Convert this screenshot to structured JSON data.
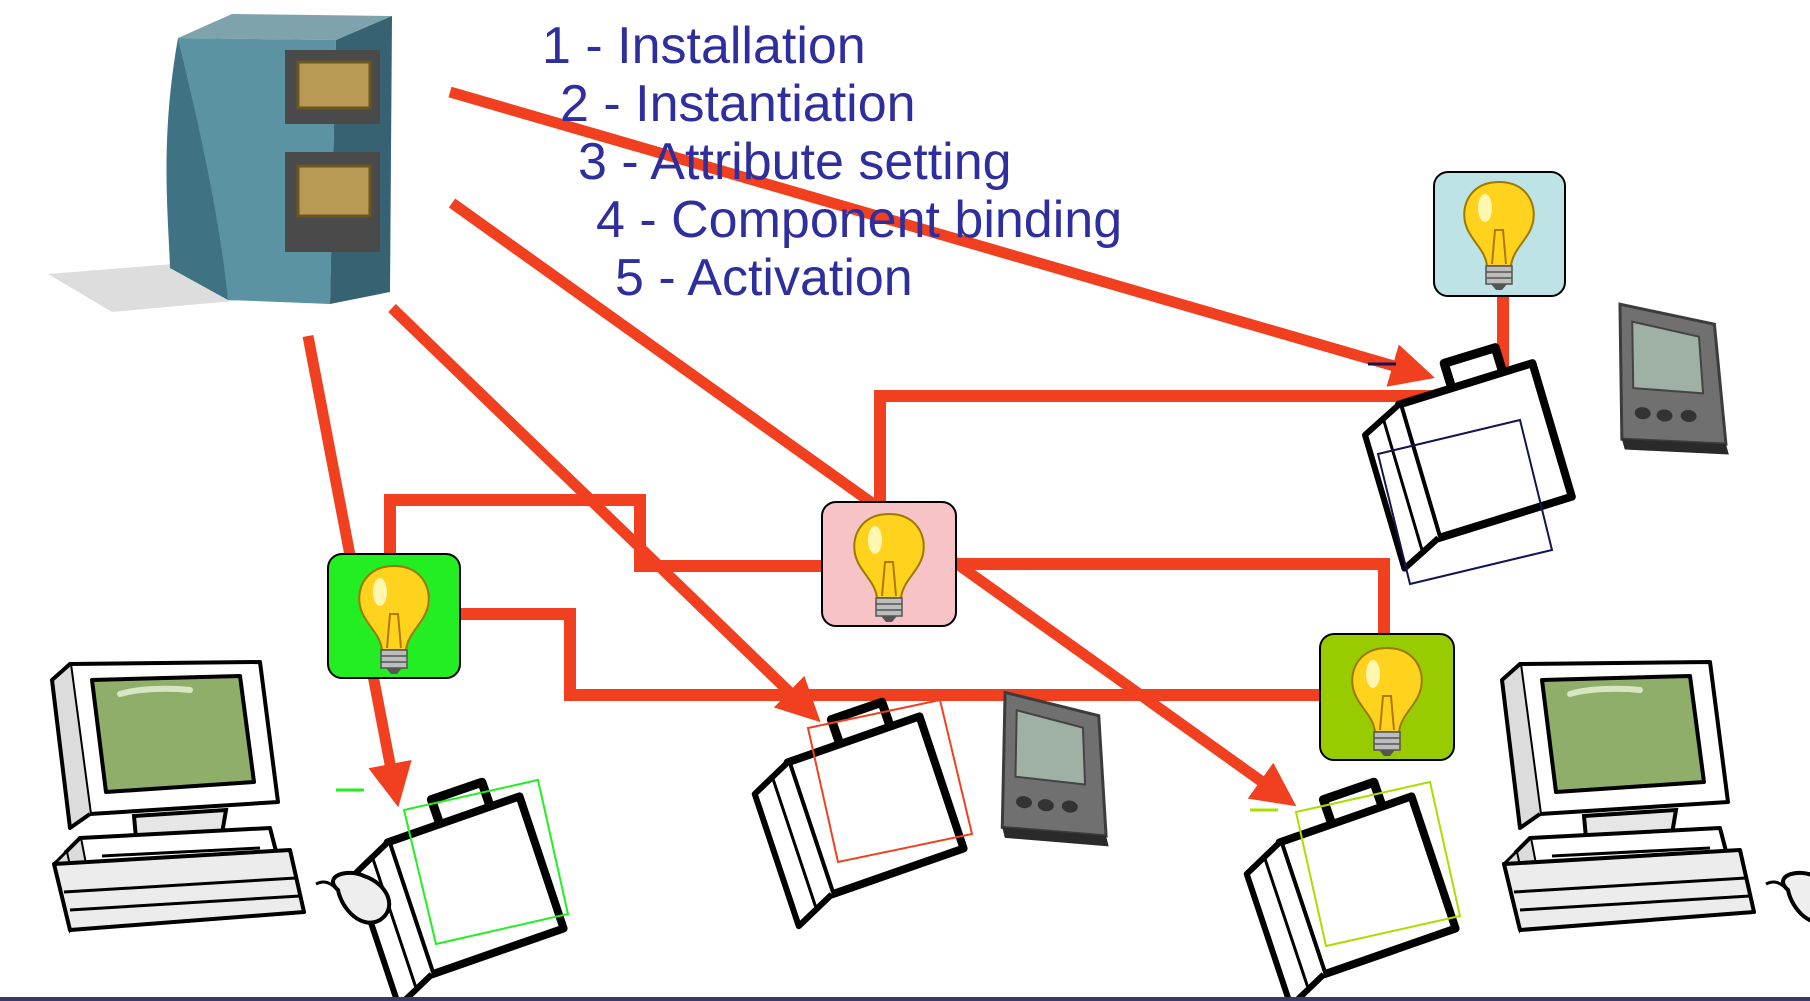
{
  "steps": [
    "1 - Installation",
    "2 - Instantiation",
    "3 - Attribute setting",
    "4 - Component binding",
    "5 - Activation"
  ],
  "colors": {
    "arrow": "#f04020",
    "step_text": "#2e2e9e",
    "component_light_blue": "#bde3e6",
    "component_pink": "#f8c3c6",
    "component_green": "#22ee22",
    "component_lime": "#99cc00",
    "container_navy": "#141450",
    "container_red": "#f04020",
    "container_green": "#22ee22",
    "container_lime": "#aadd00"
  },
  "icons": [
    "file-cabinet-icon",
    "lightbulb-icon",
    "briefcase-icon",
    "pda-icon",
    "desktop-computer-icon"
  ]
}
